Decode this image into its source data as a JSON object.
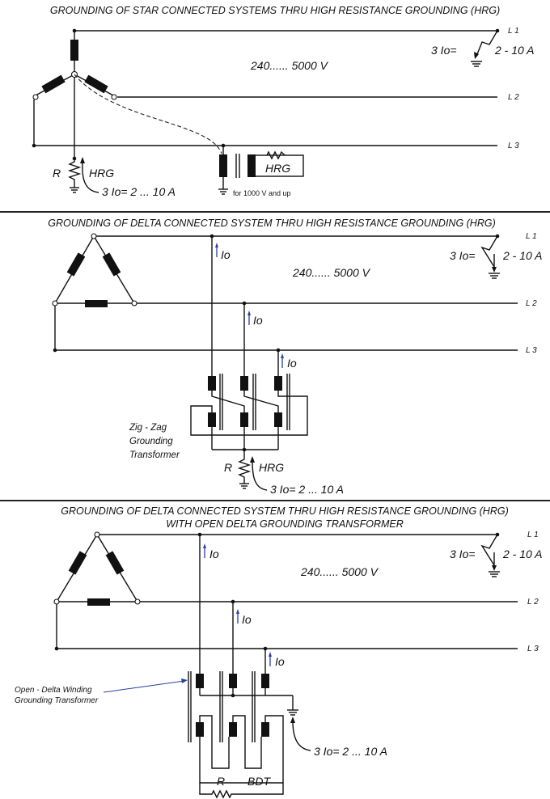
{
  "panel1": {
    "title": "GROUNDING OF STAR CONNECTED SYSTEMS THRU HIGH RESISTANCE GROUNDING (HRG)",
    "voltage": "240...... 5000 V",
    "fault": "3 Io=",
    "fault_range": "2 - 10 A",
    "r_label": "R",
    "hrg_label": "HRG",
    "current_label": "3 Io= 2 ... 10 A",
    "hrg_box_label": "HRG",
    "note": "for 1000 V and up",
    "lines": [
      "L 1",
      "L 2",
      "L 3"
    ]
  },
  "panel2": {
    "title": "GROUNDING OF DELTA CONNECTED SYSTEM THRU HIGH RESISTANCE GROUNDING (HRG)",
    "voltage": "240...... 5000 V",
    "fault": "3 Io=",
    "fault_range": "2 - 10 A",
    "io": "Io",
    "transformer_label": [
      "Zig - Zag",
      "Grounding",
      "Transformer"
    ],
    "r_label": "R",
    "hrg_label": "HRG",
    "current_label": "3 Io= 2 ... 10 A",
    "lines": [
      "L 1",
      "L 2",
      "L 3"
    ]
  },
  "panel3": {
    "title_line1": "GROUNDING OF DELTA CONNECTED SYSTEM THRU HIGH RESISTANCE GROUNDING (HRG)",
    "title_line2": "WITH OPEN DELTA GROUNDING TRANSFORMER",
    "voltage": "240...... 5000 V",
    "fault": "3 Io=",
    "fault_range": "2 - 10 A",
    "io": "Io",
    "transformer_label": [
      "Open - Delta Winding",
      "Grounding Transformer"
    ],
    "current_label": "3 Io= 2 ... 10 A",
    "r_label": "R",
    "bdt_label": "BDT",
    "lines": [
      "L 1",
      "L 2",
      "L 3"
    ]
  }
}
